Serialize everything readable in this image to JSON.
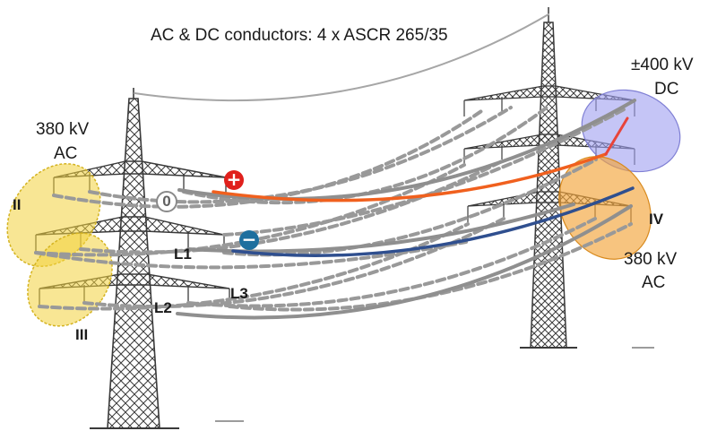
{
  "title": "AC & DC conductors: 4 x ASCR 265/35",
  "left_tower": {
    "voltage": "380 kV",
    "type": "AC",
    "system_upper": "II",
    "system_lower": "III",
    "conductor_neutral": "0",
    "conductor_l1": "L1",
    "conductor_l2": "L2",
    "conductor_l3": "L3"
  },
  "right_tower": {
    "dc_voltage": "±400 kV",
    "dc_type": "DC",
    "system": "IV",
    "ac_voltage": "380 kV",
    "ac_type": "AC"
  },
  "polarity": {
    "positive": "+",
    "negative": "−"
  },
  "colors": {
    "positive_conductor": "#f0601e",
    "negative_conductor": "#2f4f8f",
    "ac_system_highlight": "#f2d23c",
    "ac_right_highlight": "#f2a53a",
    "dc_system_highlight": "#9f9ff0",
    "positive_symbol": "#e0201c",
    "negative_symbol": "#1e6f9e",
    "lattice": "#3a3a3a",
    "conductor": "#9a9a9a"
  }
}
